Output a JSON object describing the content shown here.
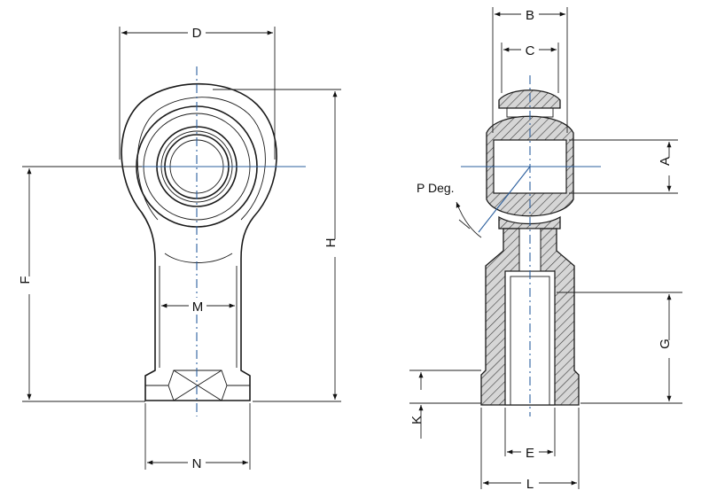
{
  "diagram": {
    "labels": {
      "A": "A",
      "B": "B",
      "C": "C",
      "D": "D",
      "E": "E",
      "F": "F",
      "G": "G",
      "H": "H",
      "K": "K",
      "L": "L",
      "M": "M",
      "N": "N",
      "P": "P Deg."
    },
    "colors": {
      "outline": "#1a1a1a",
      "centerline": "#2b5f9e",
      "background": "#ffffff"
    }
  }
}
